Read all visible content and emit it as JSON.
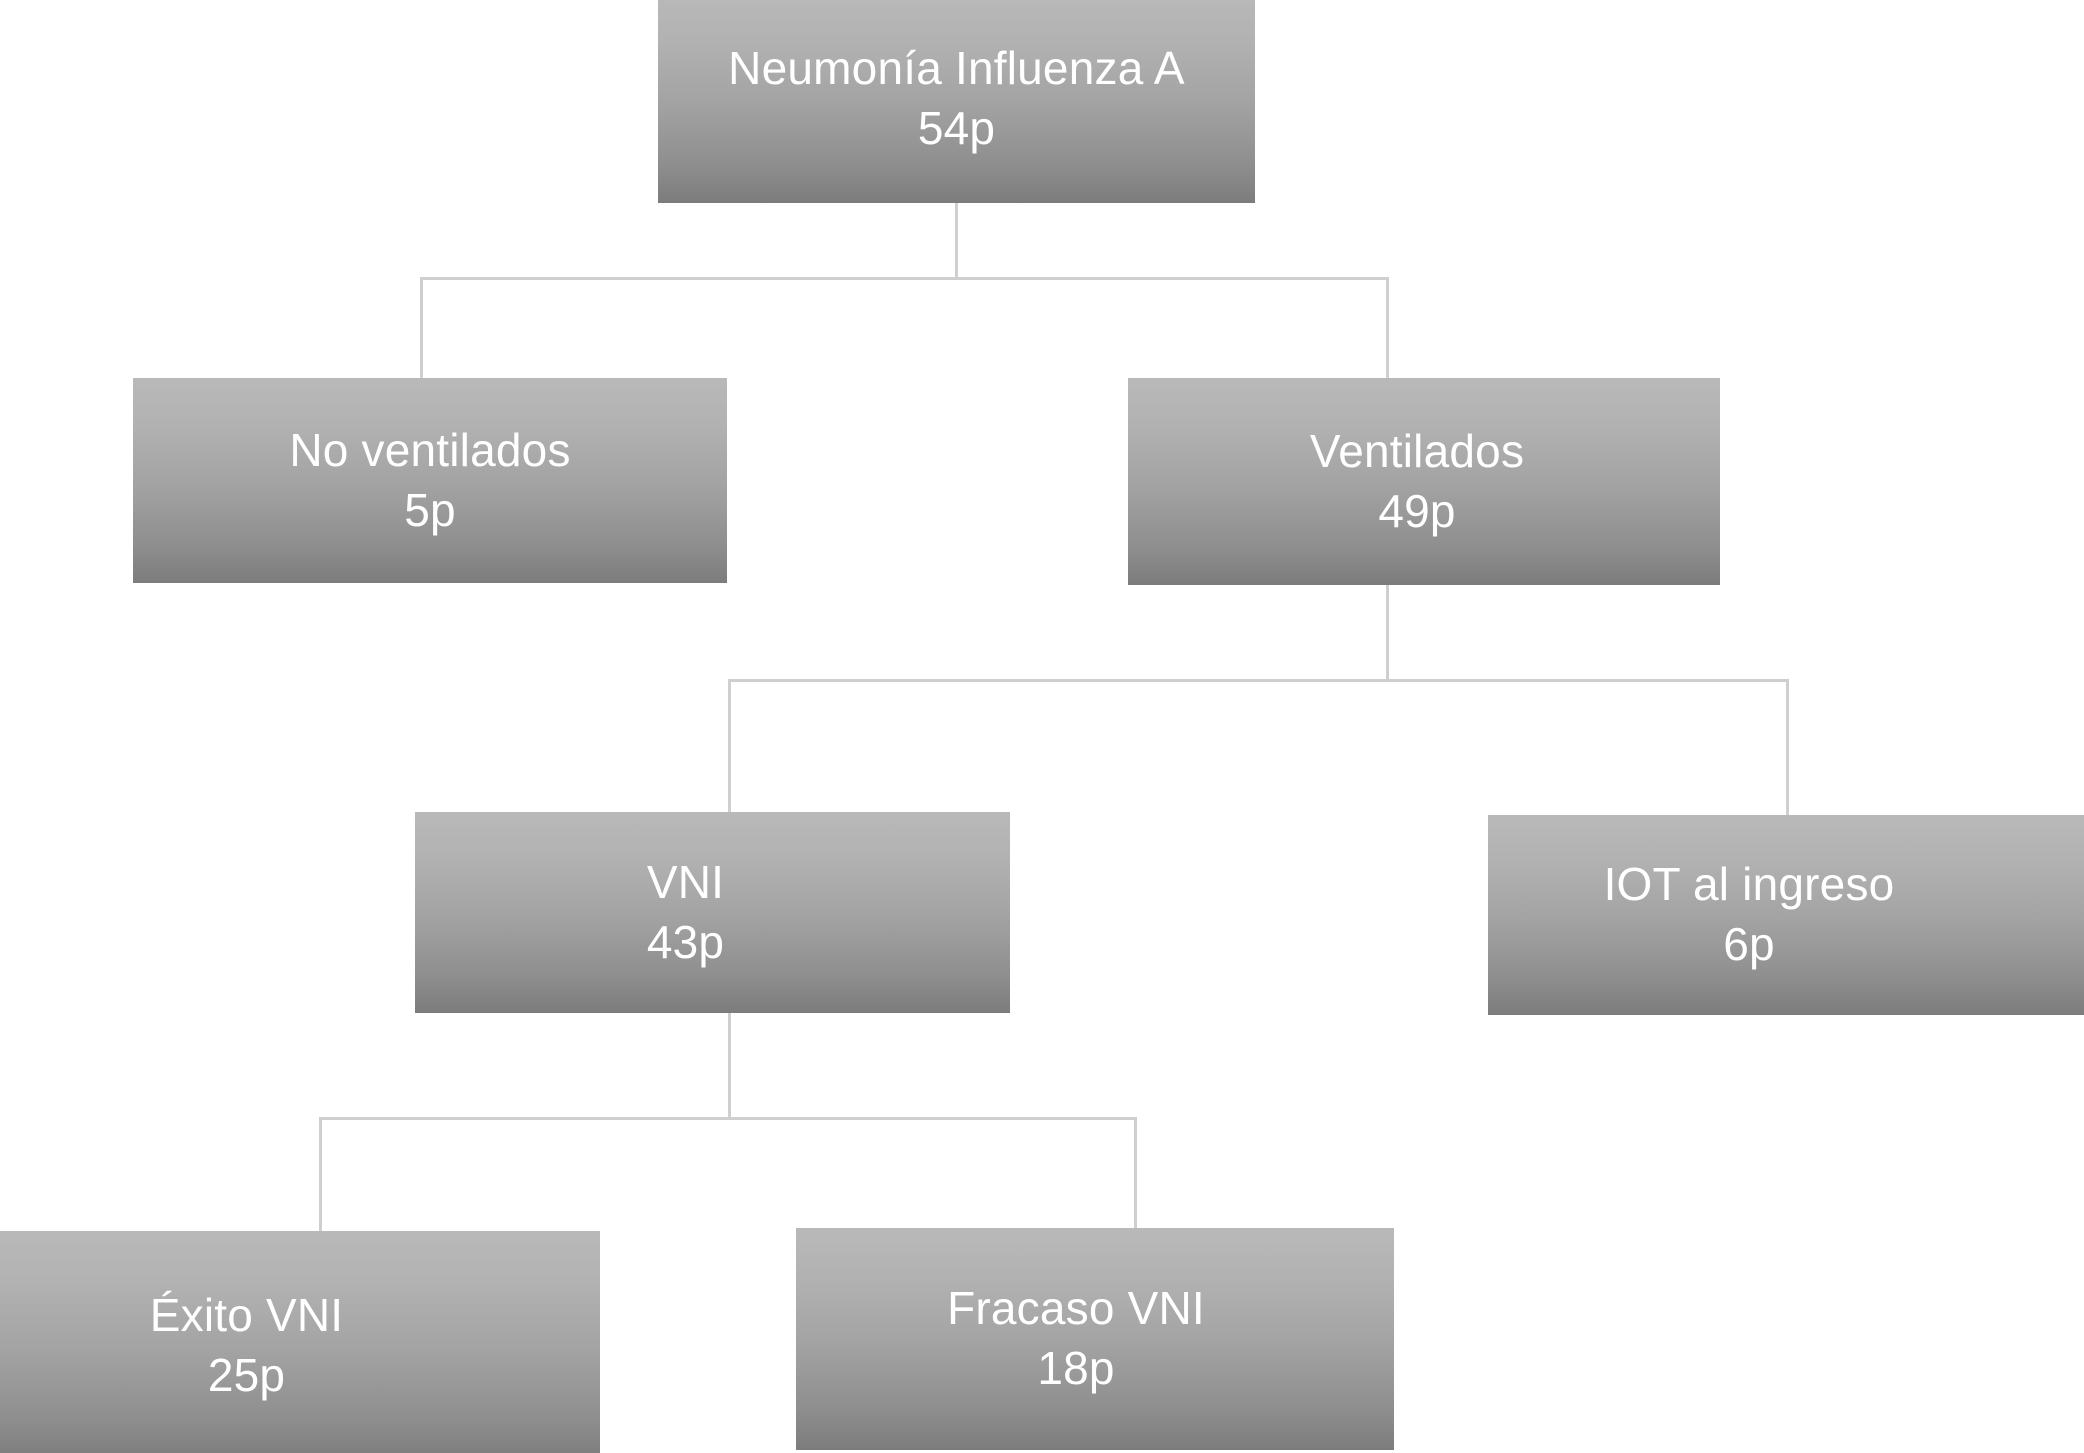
{
  "chart_data": {
    "type": "diagram",
    "diagram_kind": "flowchart-tree",
    "title": "Neumonía Influenza A patient flow",
    "language": "es",
    "unit_suffix": "p",
    "nodes": [
      {
        "id": "root",
        "label": "Neumonía Influenza A",
        "count": "54p",
        "value": 54,
        "parent": null
      },
      {
        "id": "noventilados",
        "label": "No ventilados",
        "count": "5p",
        "value": 5,
        "parent": "root"
      },
      {
        "id": "ventilados",
        "label": "Ventilados",
        "count": "49p",
        "value": 49,
        "parent": "root"
      },
      {
        "id": "vni",
        "label": "VNI",
        "count": "43p",
        "value": 43,
        "parent": "ventilados"
      },
      {
        "id": "iot",
        "label": "IOT al ingreso",
        "count": "6p",
        "value": 6,
        "parent": "ventilados"
      },
      {
        "id": "exito",
        "label": "Éxito VNI",
        "count": "25p",
        "value": 25,
        "parent": "vni"
      },
      {
        "id": "fracaso",
        "label": "Fracaso VNI",
        "count": "18p",
        "value": 18,
        "parent": "vni"
      }
    ],
    "edges": [
      {
        "from": "root",
        "to": "noventilados"
      },
      {
        "from": "root",
        "to": "ventilados"
      },
      {
        "from": "ventilados",
        "to": "vni"
      },
      {
        "from": "ventilados",
        "to": "iot"
      },
      {
        "from": "vni",
        "to": "exito"
      },
      {
        "from": "vni",
        "to": "fracaso"
      }
    ],
    "colors": {
      "node_gradient_top": "#b9b9b9",
      "node_gradient_bottom": "#7c7c7c",
      "node_text": "#ffffff",
      "connector": "#cfcfcf",
      "background": "#ffffff"
    }
  },
  "nodes": {
    "root": {
      "label": "Neumonía Influenza A",
      "count": "54p"
    },
    "noventilados": {
      "label": "No ventilados",
      "count": "5p"
    },
    "ventilados": {
      "label": "Ventilados",
      "count": "49p"
    },
    "vni": {
      "label": "VNI",
      "count": "43p"
    },
    "iot": {
      "label": "IOT al ingreso",
      "count": "6p"
    },
    "exito": {
      "label": "Éxito VNI",
      "count": "25p"
    },
    "fracaso": {
      "label": "Fracaso VNI",
      "count": "18p"
    }
  }
}
